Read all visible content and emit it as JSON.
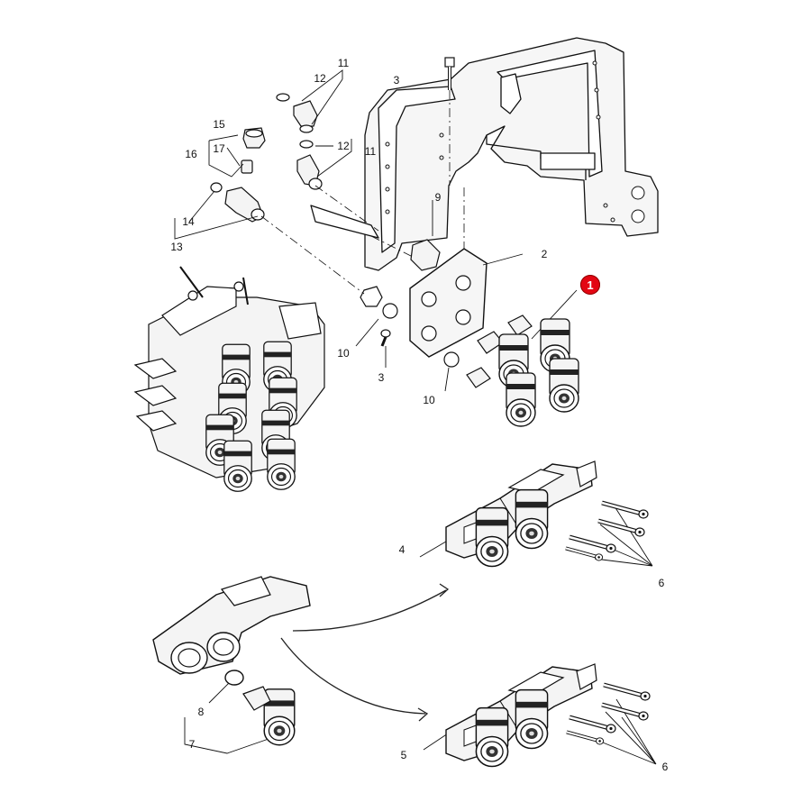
{
  "diagram": {
    "callouts": [
      "1",
      "2",
      "3",
      "3",
      "4",
      "5",
      "6",
      "6",
      "7",
      "8",
      "9",
      "10",
      "10",
      "11",
      "11",
      "12",
      "12",
      "13",
      "14",
      "15",
      "16",
      "17"
    ],
    "highlight": {
      "label": "1",
      "color": "#e30613"
    },
    "line_color": "#111111",
    "part_fill": "#f4f4f4"
  }
}
